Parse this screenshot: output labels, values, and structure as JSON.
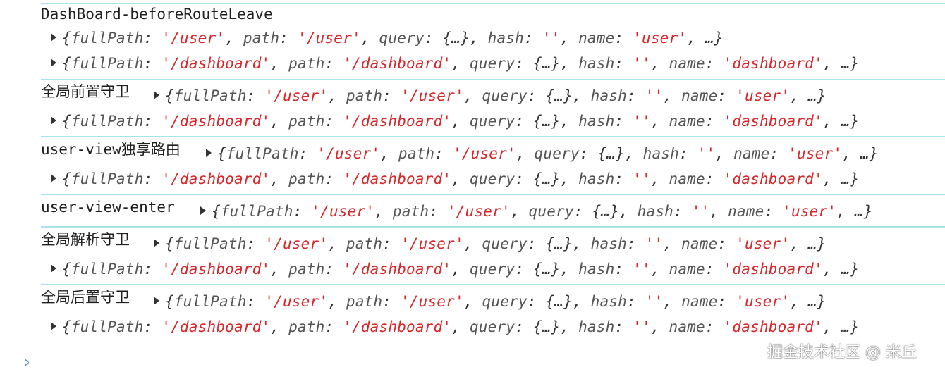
{
  "logs": [
    {
      "label": "DashBoard-beforeRouteLeave",
      "objects": [
        {
          "fullPath": "'/user'",
          "path": "'/user'",
          "query": "{…}",
          "hash": "''",
          "name": "'user'"
        },
        {
          "fullPath": "'/dashboard'",
          "path": "'/dashboard'",
          "query": "{…}",
          "hash": "''",
          "name": "'dashboard'"
        }
      ]
    },
    {
      "label": "全局前置守卫",
      "objects": [
        {
          "fullPath": "'/user'",
          "path": "'/user'",
          "query": "{…}",
          "hash": "''",
          "name": "'user'"
        },
        {
          "fullPath": "'/dashboard'",
          "path": "'/dashboard'",
          "query": "{…}",
          "hash": "''",
          "name": "'dashboard'"
        }
      ]
    },
    {
      "label": "user-view独享路由",
      "objects": [
        {
          "fullPath": "'/user'",
          "path": "'/user'",
          "query": "{…}",
          "hash": "''",
          "name": "'user'"
        },
        {
          "fullPath": "'/dashboard'",
          "path": "'/dashboard'",
          "query": "{…}",
          "hash": "''",
          "name": "'dashboard'"
        }
      ]
    },
    {
      "label": "user-view-enter",
      "objects": [
        {
          "fullPath": "'/user'",
          "path": "'/user'",
          "query": "{…}",
          "hash": "''",
          "name": "'user'"
        }
      ]
    },
    {
      "label": "全局解析守卫",
      "objects": [
        {
          "fullPath": "'/user'",
          "path": "'/user'",
          "query": "{…}",
          "hash": "''",
          "name": "'user'"
        },
        {
          "fullPath": "'/dashboard'",
          "path": "'/dashboard'",
          "query": "{…}",
          "hash": "''",
          "name": "'dashboard'"
        }
      ]
    },
    {
      "label": "全局后置守卫",
      "objects": [
        {
          "fullPath": "'/user'",
          "path": "'/user'",
          "query": "{…}",
          "hash": "''",
          "name": "'user'"
        },
        {
          "fullPath": "'/dashboard'",
          "path": "'/dashboard'",
          "query": "{…}",
          "hash": "''",
          "name": "'dashboard'"
        }
      ]
    }
  ],
  "keys": {
    "fullPath": "fullPath",
    "path": "path",
    "query": "query",
    "hash": "hash",
    "name": "name"
  },
  "ellipsis": "…",
  "prompt_glyph": "›",
  "watermark": "掘金技术社区 @ 米丘",
  "colors": {
    "string": "#d8262a",
    "key": "#555555",
    "separator": "#a8e2ea",
    "prompt": "#4a90c2"
  },
  "icons": {
    "expand": "expand-triangle-icon",
    "prompt": "console-prompt-icon"
  }
}
